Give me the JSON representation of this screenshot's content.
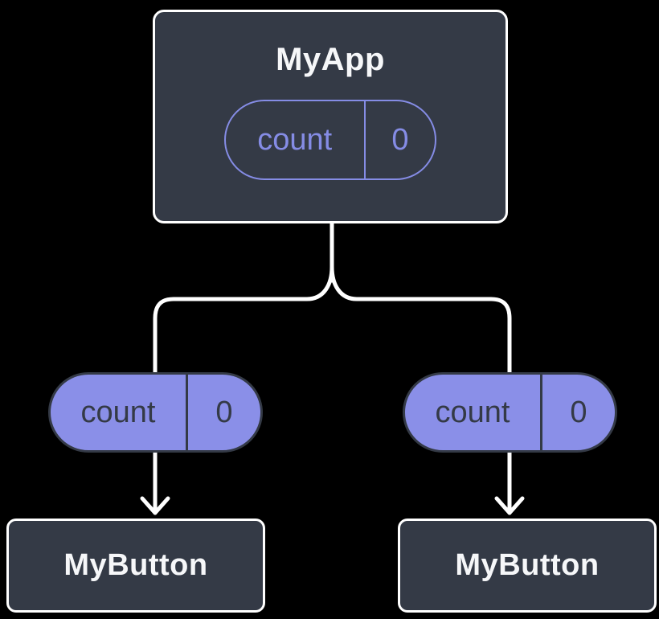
{
  "diagram": {
    "background_color": "#000000",
    "colors": {
      "node_fill": "#343A46",
      "node_border": "#FFFFFF",
      "node_text": "#F6F7F9",
      "pill_fill_purple": "#8A8FE8",
      "pill_outline_purple": "#858CE5",
      "pill_dark_text": "#343A46",
      "connector_line": "#FFFFFF"
    },
    "root": {
      "title": "MyApp",
      "state": {
        "name": "count",
        "value": "0"
      }
    },
    "props": [
      {
        "name": "count",
        "value": "0"
      },
      {
        "name": "count",
        "value": "0"
      }
    ],
    "children": [
      {
        "title": "MyButton"
      },
      {
        "title": "MyButton"
      }
    ]
  }
}
